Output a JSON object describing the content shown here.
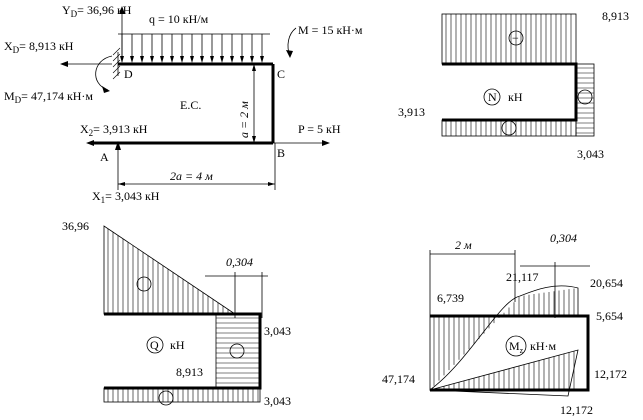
{
  "frame": {
    "yd": "Y",
    "yd_sub": "D",
    "yd_value": "= 36,96 кН",
    "q_label": "q = 10 кН/м",
    "m_label": "M = 15 кН·м",
    "xd": "X",
    "xd_sub": "D",
    "xd_value": "= 8,913 кН",
    "md": "M",
    "md_sub": "D",
    "md_value": "= 47,174 кН·м",
    "node_d": "D",
    "node_c": "C",
    "node_a": "A",
    "node_b": "B",
    "es": "E.C.",
    "a_label": "a = 2 м",
    "x2": "X",
    "x2_sub": "2",
    "x2_value": "= 3,913 кН",
    "p_label": "P = 5 кН",
    "twoa_label": "2a = 4 м",
    "x1": "X",
    "x1_sub": "1",
    "x1_value": "= 3,043 кН"
  },
  "n_diagram": {
    "top_value": "8,913",
    "left_value": "3,913",
    "bottom_value": "3,043",
    "title": "N",
    "unit": "кН",
    "sign_top": "−",
    "sign_bottom": "−",
    "sign_right": "−"
  },
  "q_diagram": {
    "top_value": "36,96",
    "offset_value": "0,304",
    "right_value": "3,043",
    "left_value": "8,913",
    "bottom_value": "3,043",
    "title": "Q",
    "unit": "кН",
    "sign_top": "+",
    "sign_right": "−",
    "sign_bottom": "−"
  },
  "m_diagram": {
    "dim_label": "2 м",
    "offset_value": "0,304",
    "peak_value": "21,117",
    "mid_value": "6,739",
    "top_right_value": "20,654",
    "right_value": "5,654",
    "left_value": "47,174",
    "right_low_value": "12,172",
    "bottom_value": "12,172",
    "title": "M",
    "title_sub": "z",
    "unit": "кН·м"
  }
}
